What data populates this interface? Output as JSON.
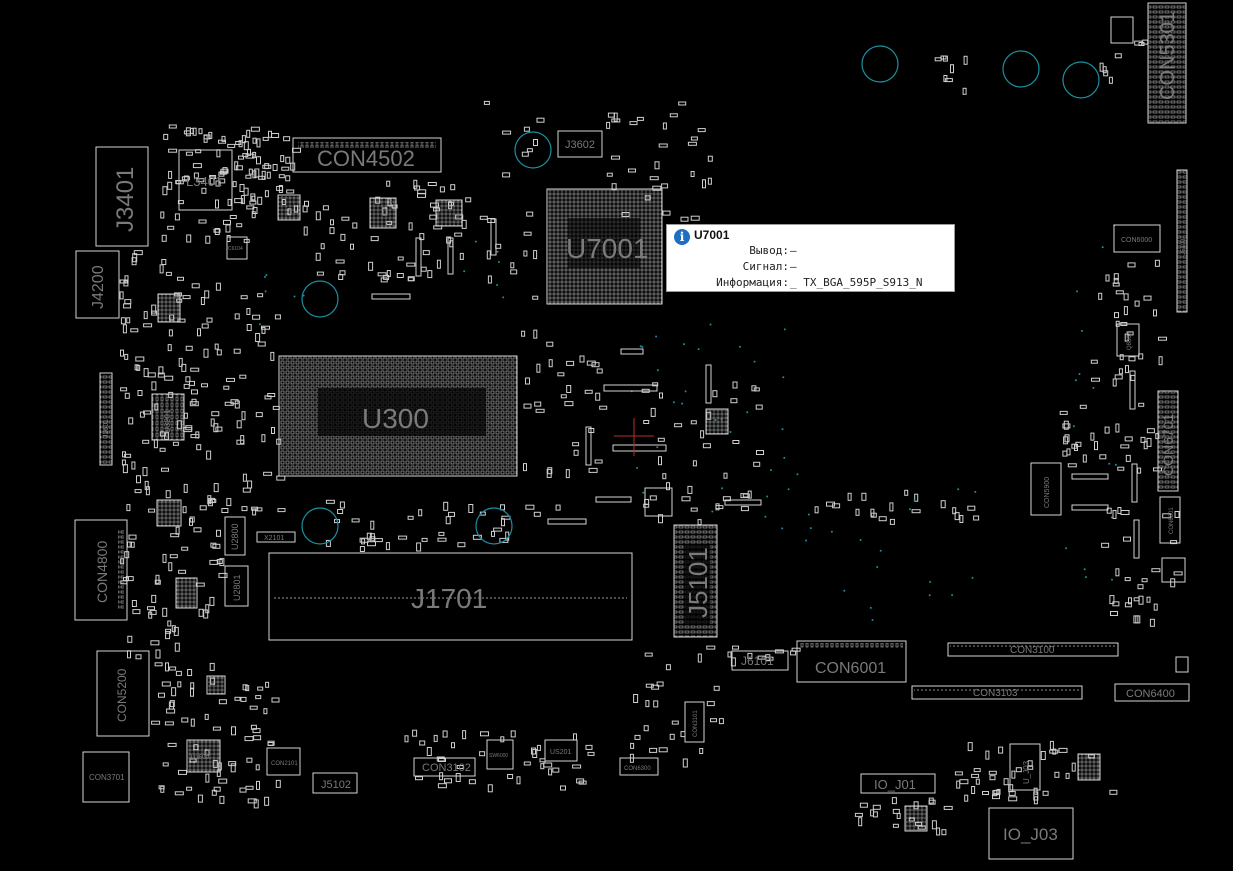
{
  "colors": {
    "background": "#000000",
    "outline": "#d4d4d4",
    "label": "#7a7a7a",
    "via_ring": "#1a8fa0",
    "crosshair": "#b03030",
    "tooltip_icon": "#1f6fc1"
  },
  "components": {
    "con5301": "CON5301",
    "con4502": "CON4502",
    "j3602": "J3602",
    "u7001": "U7001",
    "j3401": "J3401",
    "l3401": "L3401",
    "j4200": "J4200",
    "u300": "U300",
    "con6000": "CON6000",
    "j5103": "J5103",
    "con6701": "CON6701",
    "con5900": "CON5900",
    "con4800": "CON4800",
    "j1701": "J1701",
    "j5101": "J5101",
    "j6101": "J6101",
    "con6001": "CON6001",
    "con3100": "CON3100",
    "con3103": "CON3103",
    "con6400": "CON6400",
    "con5200": "CON5200",
    "con3701": "CON3701",
    "j5102": "J5102",
    "con3102": "CON3102",
    "io_j01": "IO_J01",
    "io_j03": "IO_J03",
    "u03": "U_J03",
    "u2800": "U2800",
    "u2801": "U2801",
    "con3101": "CON3101",
    "con6300": "CON6300",
    "us201": "US201",
    "con2101": "CON2101",
    "sw6000": "SW6000",
    "q8802": "Q8802",
    "con6801": "CON6801",
    "u3600": "U3600",
    "j2601": "J2601",
    "u3201": "U3201",
    "x2101": "X2101",
    "c104": "C6104"
  },
  "tooltip": {
    "title": "U7001",
    "rows": [
      {
        "label": "Вывод:",
        "value": "—"
      },
      {
        "label": "Сигнал:",
        "value": "—"
      },
      {
        "label": "Информация:",
        "value": "_ TX_BGA_595P_S913_N"
      }
    ]
  }
}
